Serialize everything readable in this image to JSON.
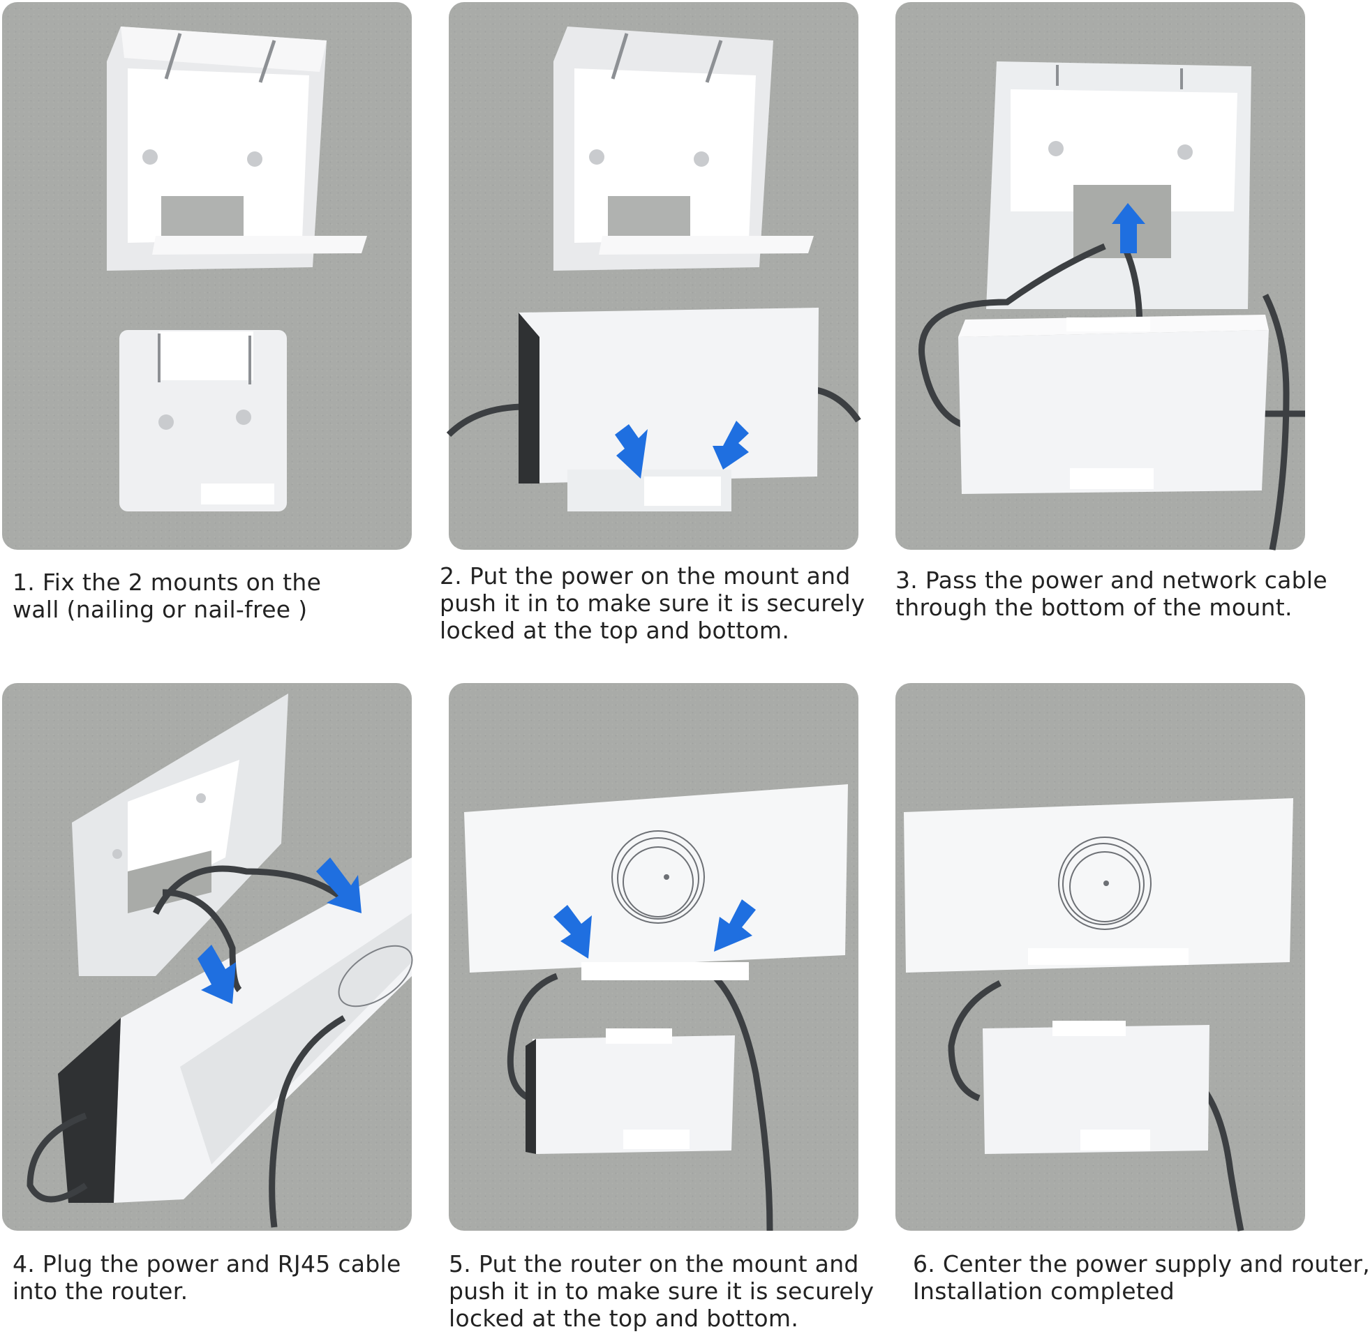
{
  "steps": [
    {
      "lines": [
        "1. Fix the 2 mounts on the",
        " wall (nailing or nail-free )"
      ]
    },
    {
      "lines": [
        "2. Put the power on the mount and",
        "push it in to make sure it is securely",
        "locked at the top and bottom."
      ]
    },
    {
      "lines": [
        "3. Pass the power and network cable",
        " through the bottom of the mount."
      ]
    },
    {
      "lines": [
        "4. Plug the power and RJ45 cable",
        "into the router."
      ]
    },
    {
      "lines": [
        "5. Put the router on the mount and",
        "push it in to make sure it is securely",
        "locked at the top and bottom."
      ]
    },
    {
      "lines": [
        "6. Center the power supply and router,",
        "Installation completed"
      ]
    }
  ],
  "colors": {
    "wall": "#a9aba8",
    "mount": "#f2f3f5",
    "cable": "#3c3f42",
    "arrow": "#1f6fe0"
  }
}
